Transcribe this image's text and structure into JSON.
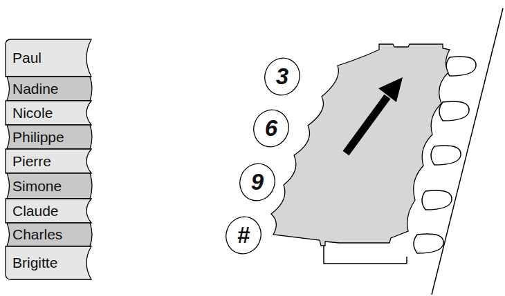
{
  "diagram": {
    "nodes": [
      {
        "text": [
          "Paul"
        ]
      },
      {
        "text": [
          "Nadine"
        ]
      },
      {
        "text": [
          "Nicole"
        ]
      },
      {
        "text": [
          "Philippe"
        ]
      },
      {
        "text": [
          "Pierre"
        ]
      },
      {
        "text": [
          "Simone"
        ]
      },
      {
        "text": [
          "Claude"
        ]
      },
      {
        "text": [
          "Charles"
        ]
      },
      {
        "text": [
          "Brigitte"
        ]
      },
      {
        "text": [
          "3"
        ]
      },
      {
        "text": [
          "6"
        ]
      },
      {
        "text": [
          "9"
        ]
      },
      {
        "text": [
          "#"
        ]
      }
    ]
  }
}
